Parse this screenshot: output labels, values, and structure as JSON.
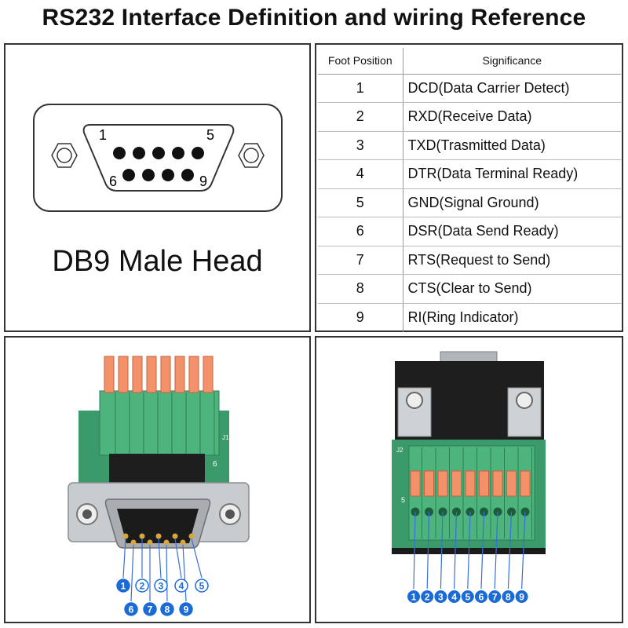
{
  "title": "RS232 Interface Definition and wiring Reference",
  "connector": {
    "label": "DB9 Male Head",
    "corner_labels": [
      "1",
      "5",
      "6",
      "9"
    ]
  },
  "table": {
    "headers": [
      "Foot Position",
      "Significance"
    ],
    "rows": [
      {
        "pos": "1",
        "sig": "DCD(Data Carrier Detect)"
      },
      {
        "pos": "2",
        "sig": "RXD(Receive Data)"
      },
      {
        "pos": "3",
        "sig": "TXD(Trasmitted Data)"
      },
      {
        "pos": "4",
        "sig": "DTR(Data Terminal Ready)"
      },
      {
        "pos": "5",
        "sig": "GND(Signal Ground)"
      },
      {
        "pos": "6",
        "sig": "DSR(Data Send Ready)"
      },
      {
        "pos": "7",
        "sig": "RTS(Request to Send)"
      },
      {
        "pos": "8",
        "sig": "CTS(Clear to Send)"
      },
      {
        "pos": "9",
        "sig": "RI(Ring Indicator)"
      }
    ]
  },
  "photo_left": {
    "pcb_labels": [
      "J1",
      "6"
    ],
    "pin_callouts_top": [
      "1",
      "2",
      "3",
      "4",
      "5"
    ],
    "pin_callouts_bottom": [
      "6",
      "7",
      "8",
      "9"
    ]
  },
  "photo_right": {
    "pcb_labels": [
      "J2",
      "5"
    ],
    "terminal_callouts": [
      "1",
      "2",
      "3",
      "4",
      "5",
      "6",
      "7",
      "8",
      "9"
    ]
  },
  "colors": {
    "pcb_green": "#3a9a6a",
    "terminal_green": "#4cb47c",
    "lever_orange": "#f3916b",
    "callout_blue": "#1b6bd6",
    "line_blue": "#3a6fd8"
  }
}
